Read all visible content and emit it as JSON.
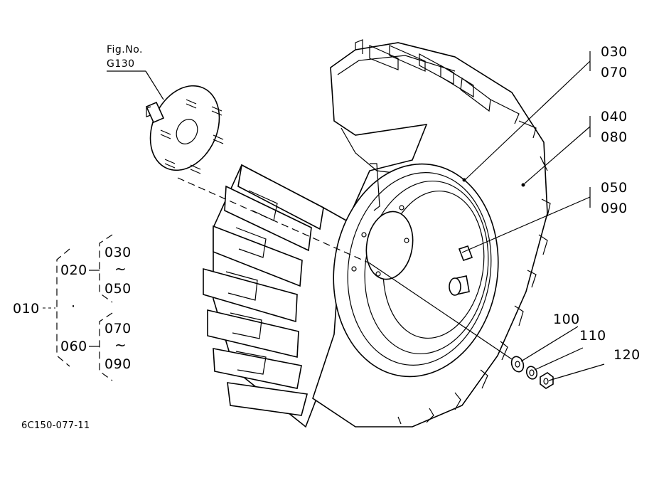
{
  "figure": {
    "fig_no_label": "Fig.No.",
    "fig_no_value": "G130",
    "drawing_code": "6C150-077-11"
  },
  "callouts": {
    "c030_top": "030",
    "c070_top": "070",
    "c040": "040",
    "c080": "080",
    "c050_top": "050",
    "c090_top": "090",
    "c100": "100",
    "c110": "110",
    "c120": "120"
  },
  "tree": {
    "root": "010",
    "root_dot": "·",
    "group1": "020",
    "group1_from": "030",
    "group1_tilde": "~",
    "group1_to": "050",
    "group2": "060",
    "group2_from": "070",
    "group2_tilde": "~",
    "group2_to": "090"
  }
}
